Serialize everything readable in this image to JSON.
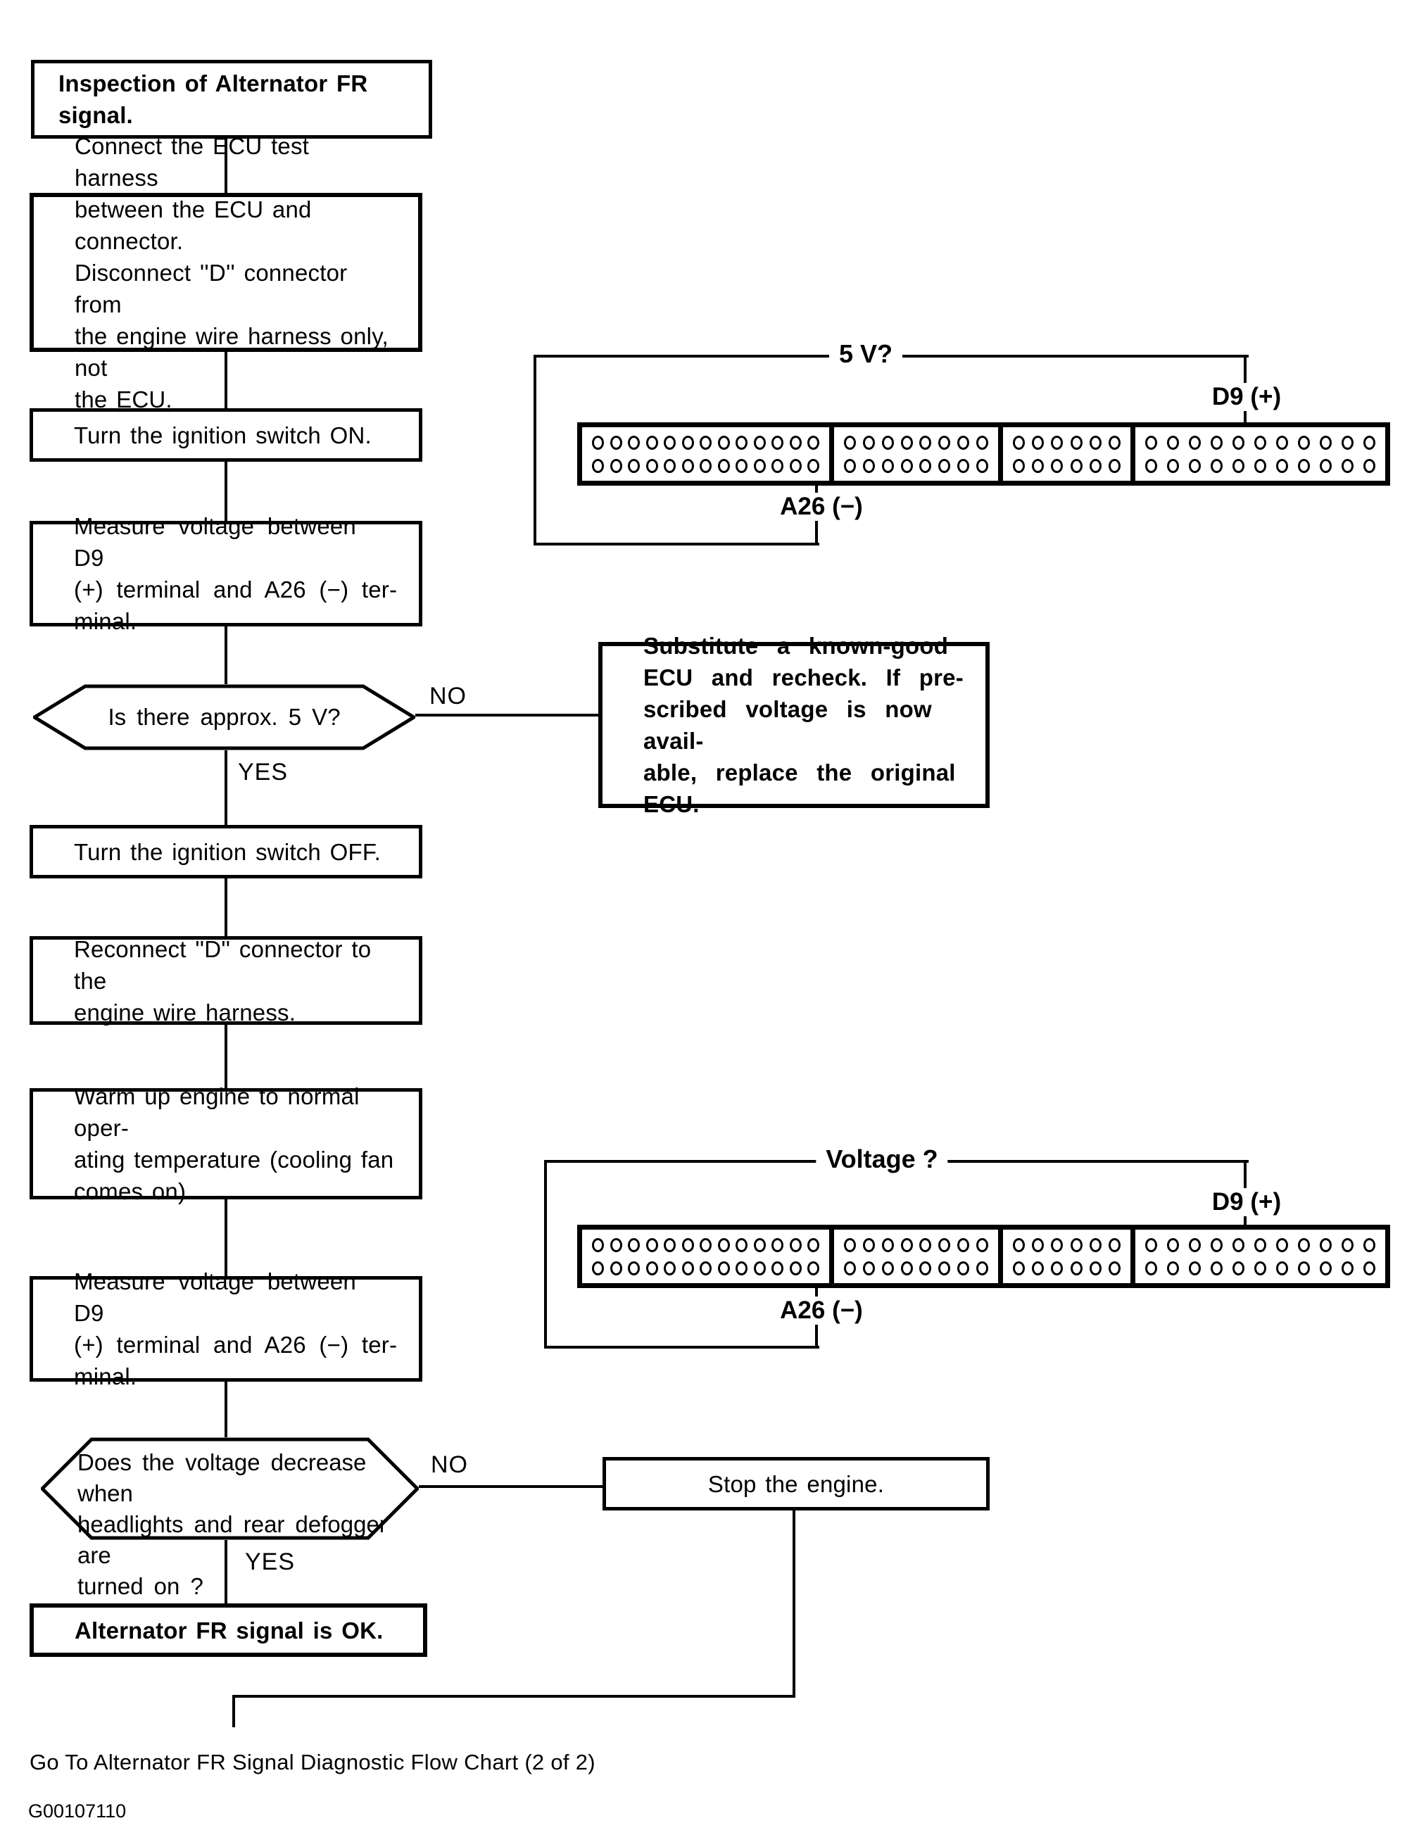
{
  "flow": {
    "step1": "Inspection of Alternator FR\nsignal.",
    "step2": "Connect the ECU test harness\nbetween the ECU and connector.\nDisconnect ''D'' connector from\nthe engine wire harness only, not\nthe ECU.",
    "step3": "Turn the ignition switch ON.",
    "step4": "Measure voltage between D9\n(+) terminal and A26 (−) ter-\nminal.",
    "decision1": "Is there approx. 5 V?",
    "substitute": "Substitute a known-good\nECU and recheck. If pre-\nscribed voltage is now avail-\nable, replace the original\nECU.",
    "step5": "Turn the ignition switch OFF.",
    "step6": "Reconnect ''D'' connector to the\nengine wire harness.",
    "step7": "Warm up engine to normal oper-\nating temperature (cooling fan\ncomes on).",
    "step8": "Measure voltage between D9\n(+) terminal and A26 (−) ter-\nminal.",
    "decision2": "Does the voltage decrease when\nheadlights and rear defogger are\nturned on ?",
    "stop": "Stop the engine.",
    "ok": "Alternator FR signal is OK."
  },
  "labels": {
    "yes": "YES",
    "no": "NO"
  },
  "connectors": [
    {
      "question_label": "5 V?",
      "positive_pin_label": "D9 (+)",
      "negative_pin_label": "A26 (−)",
      "sections": [
        13,
        8,
        6,
        11
      ],
      "rows": 2
    },
    {
      "question_label": "Voltage ?",
      "positive_pin_label": "D9 (+)",
      "negative_pin_label": "A26 (−)",
      "sections": [
        13,
        8,
        6,
        11
      ],
      "rows": 2
    }
  ],
  "footer": {
    "continuation": "Go To Alternator FR Signal Diagnostic Flow Chart (2 of 2)",
    "figure_code": "G00107110"
  }
}
